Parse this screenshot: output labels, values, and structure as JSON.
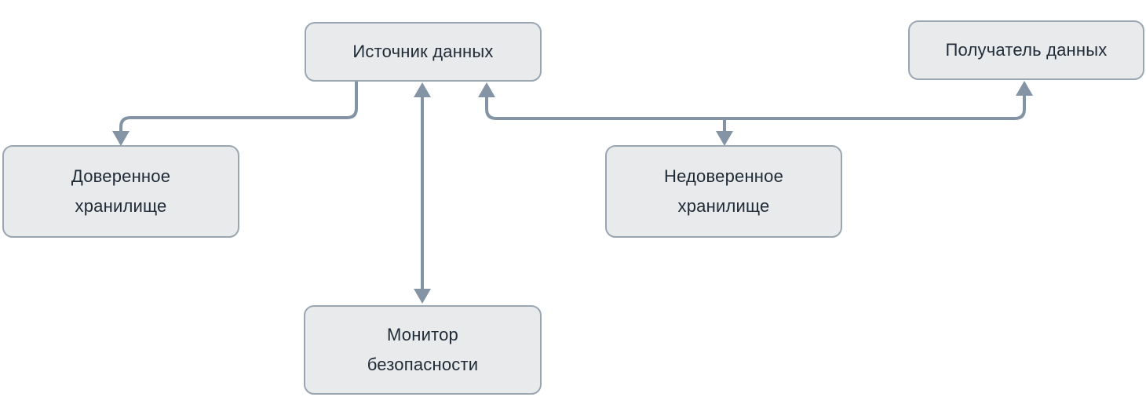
{
  "diagram": {
    "colors": {
      "box_fill": "#e9eaec",
      "box_border": "#9aa6b2",
      "arrow": "#8494a4",
      "text": "#202b38",
      "background": "#ffffff"
    },
    "nodes": [
      {
        "id": "data-source",
        "label": "Источник данных"
      },
      {
        "id": "data-receiver",
        "label": "Получатель данных"
      },
      {
        "id": "trusted-storage",
        "label": "Доверенное\nхранилище"
      },
      {
        "id": "untrusted-storage",
        "label": "Недоверенное\nхранилище"
      },
      {
        "id": "security-monitor",
        "label": "Монитор\nбезопасности"
      }
    ],
    "edges": [
      {
        "from": "Источник данных",
        "to": "Доверенное хранилище",
        "direction": "one-way"
      },
      {
        "from": "Источник данных",
        "to": "Монитор безопасности",
        "direction": "two-way"
      },
      {
        "from": "Источник данных",
        "to": "Недоверенное хранилище",
        "direction": "two-way"
      },
      {
        "from": "Недоверенное хранилище",
        "to": "Получатель данных",
        "direction": "one-way"
      }
    ]
  }
}
